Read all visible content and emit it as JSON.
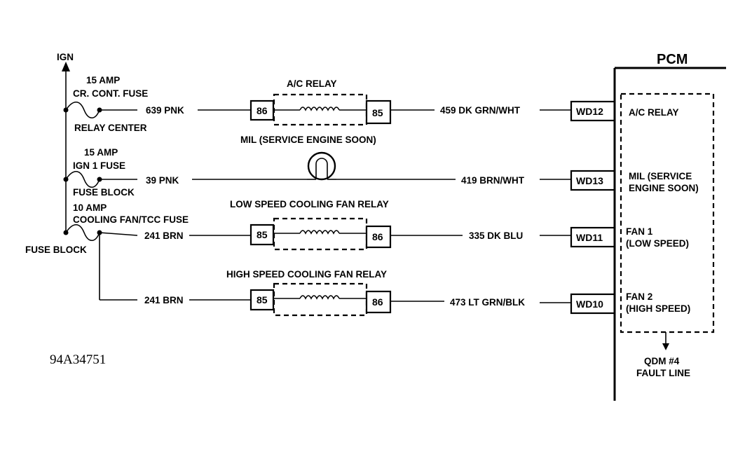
{
  "ign_label": "IGN",
  "fuse_ac": {
    "rating": "15 AMP",
    "name": "CR. CONT. FUSE",
    "location": "RELAY CENTER"
  },
  "fuse_mil": {
    "rating": "15 AMP",
    "name": "IGN 1 FUSE",
    "location": "FUSE BLOCK"
  },
  "fuse_fan": {
    "rating": "10 AMP",
    "name": "COOLING FAN/TCC FUSE",
    "location": "FUSE BLOCK"
  },
  "circuits": {
    "ac": {
      "title": "A/C RELAY",
      "wire_in": "639 PNK",
      "pin_in": "86",
      "pin_out": "85",
      "wire_out": "459 DK GRN/WHT",
      "terminal": "WD12",
      "pcm_label": "A/C RELAY"
    },
    "mil": {
      "title": "MIL (SERVICE ENGINE SOON)",
      "wire_in": "39 PNK",
      "wire_out": "419 BRN/WHT",
      "terminal": "WD13",
      "pcm_label_1": "MIL (SERVICE",
      "pcm_label_2": "ENGINE SOON)"
    },
    "low": {
      "title": "LOW SPEED COOLING FAN RELAY",
      "wire_in": "241 BRN",
      "pin_in": "85",
      "pin_out": "86",
      "wire_out": "335 DK BLU",
      "terminal": "WD11",
      "pcm_label_1": "FAN 1",
      "pcm_label_2": "(LOW SPEED)"
    },
    "high": {
      "title": "HIGH SPEED COOLING FAN RELAY",
      "wire_in": "241 BRN",
      "pin_in": "85",
      "pin_out": "86",
      "wire_out": "473 LT GRN/BLK",
      "terminal": "WD10",
      "pcm_label_1": "FAN 2",
      "pcm_label_2": "(HIGH SPEED)"
    }
  },
  "pcm": {
    "title": "PCM",
    "fault_1": "QDM #4",
    "fault_2": "FAULT LINE"
  },
  "figure_id": "94A34751"
}
